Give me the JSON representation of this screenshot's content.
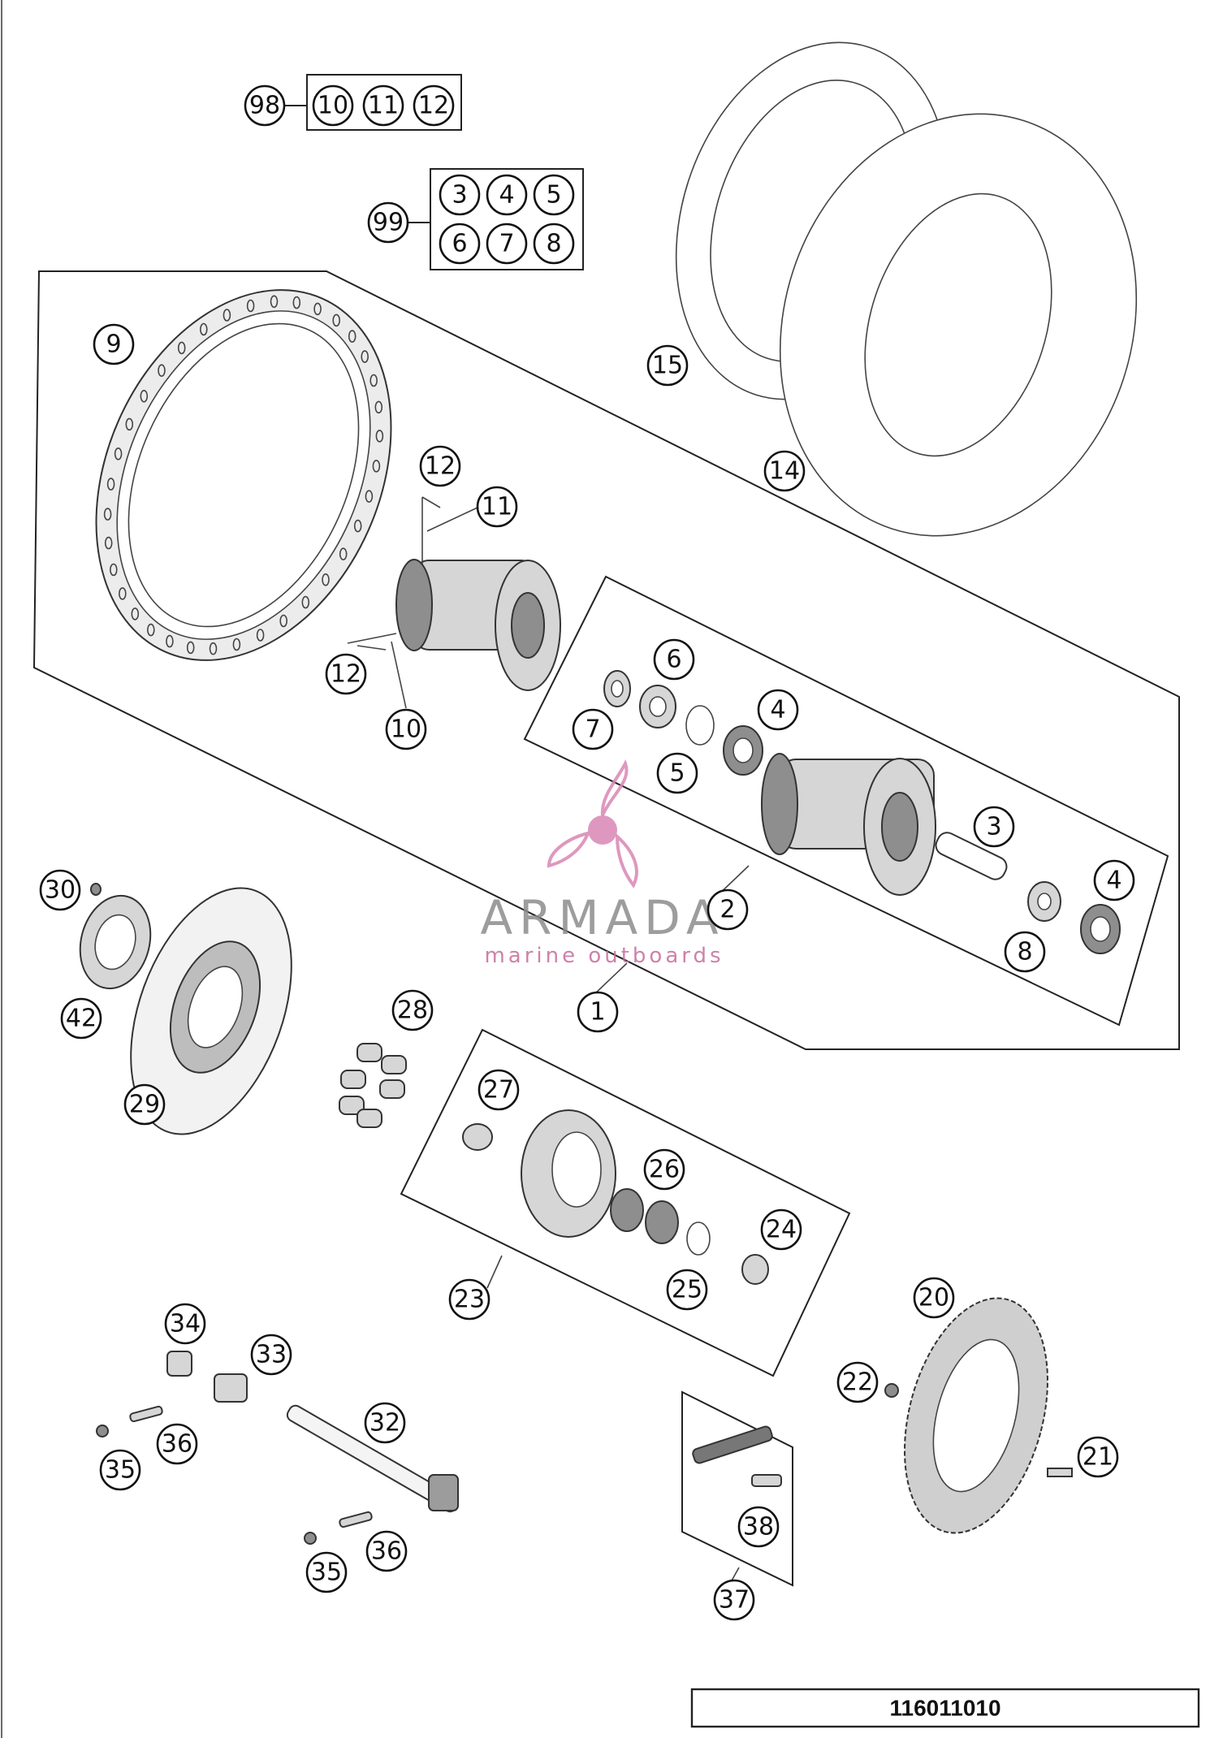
{
  "callouts": {
    "c98": "98",
    "c10a": "10",
    "c11a": "11",
    "c12a": "12",
    "c99": "99",
    "c3a": "3",
    "c4a": "4",
    "c5a": "5",
    "c6a": "6",
    "c7a": "7",
    "c8a": "8",
    "c9": "9",
    "c15": "15",
    "c14": "14",
    "c12b": "12",
    "c11b": "11",
    "c12c": "12",
    "c10b": "10",
    "c6b": "6",
    "c7b": "7",
    "c4b": "4",
    "c5b": "5",
    "c3b": "3",
    "c4c": "4",
    "c2": "2",
    "c8b": "8",
    "c1": "1",
    "c30": "30",
    "c42": "42",
    "c29": "29",
    "c28": "28",
    "c27": "27",
    "c26": "26",
    "c24": "24",
    "c25": "25",
    "c23": "23",
    "c20": "20",
    "c22": "22",
    "c21": "21",
    "c34": "34",
    "c33": "33",
    "c32": "32",
    "c36a": "36",
    "c35a": "35",
    "c35b": "35",
    "c36b": "36",
    "c38": "38",
    "c37": "37"
  },
  "watermark": {
    "brand": "ARMADA",
    "tagline": "marine outboards",
    "brand_color": "#d987b4"
  },
  "diagram_code": "116011010"
}
